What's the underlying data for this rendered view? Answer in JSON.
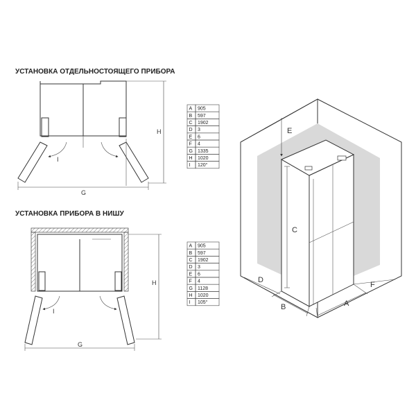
{
  "titles": {
    "freestanding": "УСТАНОВКА  ОТДЕЛЬНОСТОЯЩЕГО ПРИБОРА",
    "niche": "УСТАНОВКА ПРИБОРА В НИШУ"
  },
  "labels": {
    "H": "H",
    "G": "G",
    "I": "I",
    "A": "A",
    "B": "B",
    "C": "C",
    "D": "D",
    "E": "E",
    "F": "F"
  },
  "tables": {
    "freestanding": [
      [
        "A",
        "905"
      ],
      [
        "B",
        "597"
      ],
      [
        "C",
        "1902"
      ],
      [
        "D",
        "3"
      ],
      [
        "E",
        "6"
      ],
      [
        "F",
        "4"
      ],
      [
        "G",
        "1335"
      ],
      [
        "H",
        "1020"
      ],
      [
        "I",
        "120°"
      ]
    ],
    "niche": [
      [
        "A",
        "905"
      ],
      [
        "B",
        "597"
      ],
      [
        "C",
        "1902"
      ],
      [
        "D",
        "3"
      ],
      [
        "E",
        "6"
      ],
      [
        "F",
        "4"
      ],
      [
        "G",
        "1128"
      ],
      [
        "H",
        "1020"
      ],
      [
        "I",
        "105°"
      ]
    ]
  },
  "colors": {
    "shade": "#d9d9d9",
    "line": "#333333"
  }
}
